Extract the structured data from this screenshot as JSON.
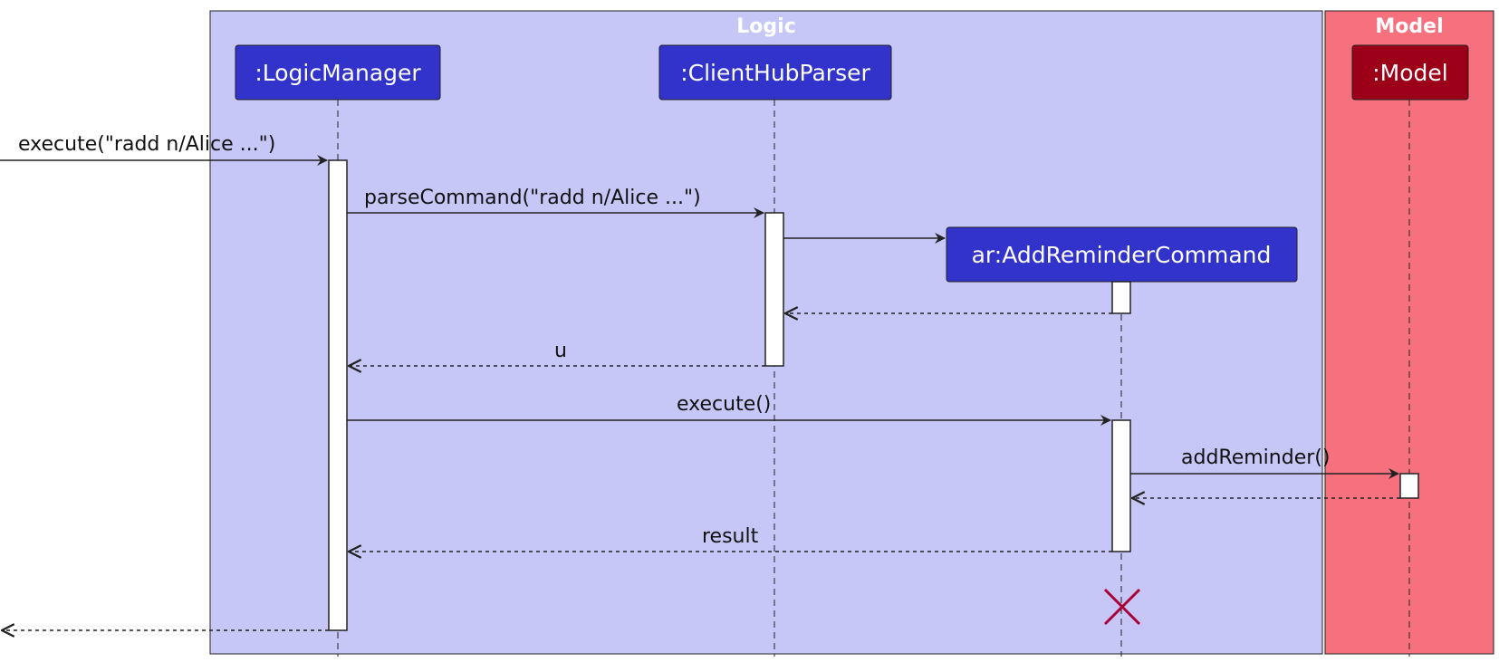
{
  "groups": {
    "logic": {
      "title": "Logic",
      "color": "#c7c7f7"
    },
    "model": {
      "title": "Model",
      "color": "#f7707e"
    }
  },
  "participants": {
    "logic_manager": {
      "label": ":LogicManager",
      "color": "#3133cb"
    },
    "client_hub_parser": {
      "label": ":ClientHubParser",
      "color": "#3133cb"
    },
    "add_reminder_command": {
      "label": "ar:AddReminderCommand",
      "color": "#3133cb"
    },
    "model": {
      "label": ":Model",
      "color": "#9c0018"
    }
  },
  "messages": {
    "execute_input": "execute(\"radd n/Alice ...\")",
    "parse_command": "parseCommand(\"radd n/Alice ...\")",
    "return_u": "u",
    "execute": "execute()",
    "add_reminder": "addReminder()",
    "return_result": "result"
  },
  "destroy_marker": {
    "icon": "x-destroy-icon",
    "color": "#a80036"
  }
}
